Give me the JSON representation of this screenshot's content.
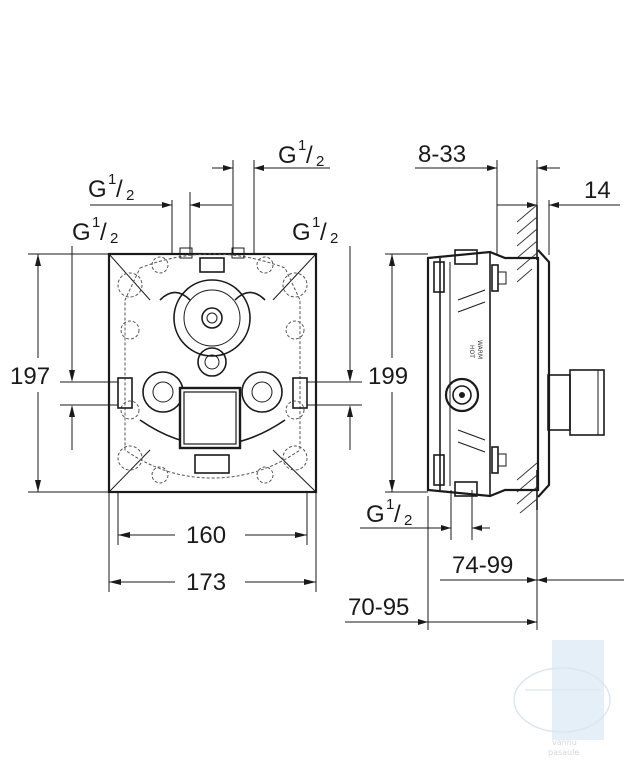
{
  "front_view": {
    "thread_top": {
      "g": "G",
      "num": "1",
      "den": "2"
    },
    "thread_mid": {
      "g": "G",
      "num": "1",
      "den": "2"
    },
    "thread_left": {
      "g": "G",
      "num": "1",
      "den": "2"
    },
    "thread_right": {
      "g": "G",
      "num": "1",
      "den": "2"
    },
    "height_left": "197",
    "width_inner": "160",
    "width_outer": "173"
  },
  "side_view": {
    "height_right": "199",
    "depth_adjust": "8-33",
    "wall_dim": "14",
    "thread_bottom": {
      "g": "G",
      "num": "1",
      "den": "2"
    },
    "depth_mid": "74-99",
    "depth_total": "70-95",
    "label_warm": "WARM",
    "label_hot": "HOT"
  },
  "watermark": {
    "text_line1": "vannu",
    "text_line2": "pasaule"
  }
}
